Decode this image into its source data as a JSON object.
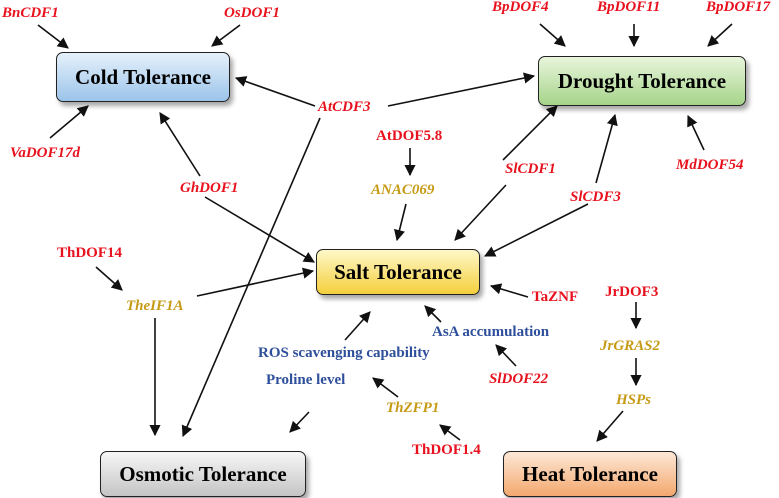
{
  "colors": {
    "gene": "#e8121e",
    "intermediate": "#c69a14",
    "physiology": "#2e4f9b"
  },
  "boxes": {
    "cold": "Cold Tolerance",
    "drought": "Drought Tolerance",
    "salt": "Salt Tolerance",
    "osmotic": "Osmotic Tolerance",
    "heat": "Heat Tolerance"
  },
  "genes": {
    "bncdf1": "BnCDF1",
    "osdof1": "OsDOF1",
    "bpdof4": "BpDOF4",
    "bpdof11": "BpDOF11",
    "bpdof17": "BpDOF17",
    "atcdf3": "AtCDF3",
    "vadof17d": "VaDOF17d",
    "atdof58": "AtDOF5.8",
    "slcdf1": "SlCDF1",
    "mddof54": "MdDOF54",
    "ghdof1": "GhDOF1",
    "slcdf3": "SlCDF3",
    "thdof14": "ThDOF14",
    "taznf": "TaZNF",
    "jrdof3": "JrDOF3",
    "sldof22": "SlDOF22",
    "thdof1_4": "ThDOF1.4"
  },
  "intermediates": {
    "anac069": "ANAC069",
    "theif1a": "TheIF1A",
    "jrgras2": "JrGRAS2",
    "hsps": "HSPs",
    "thzfp1": "ThZFP1"
  },
  "physiology": {
    "asa": "AsA accumulation",
    "ros": "ROS scavenging capability",
    "proline": "Proline level"
  }
}
